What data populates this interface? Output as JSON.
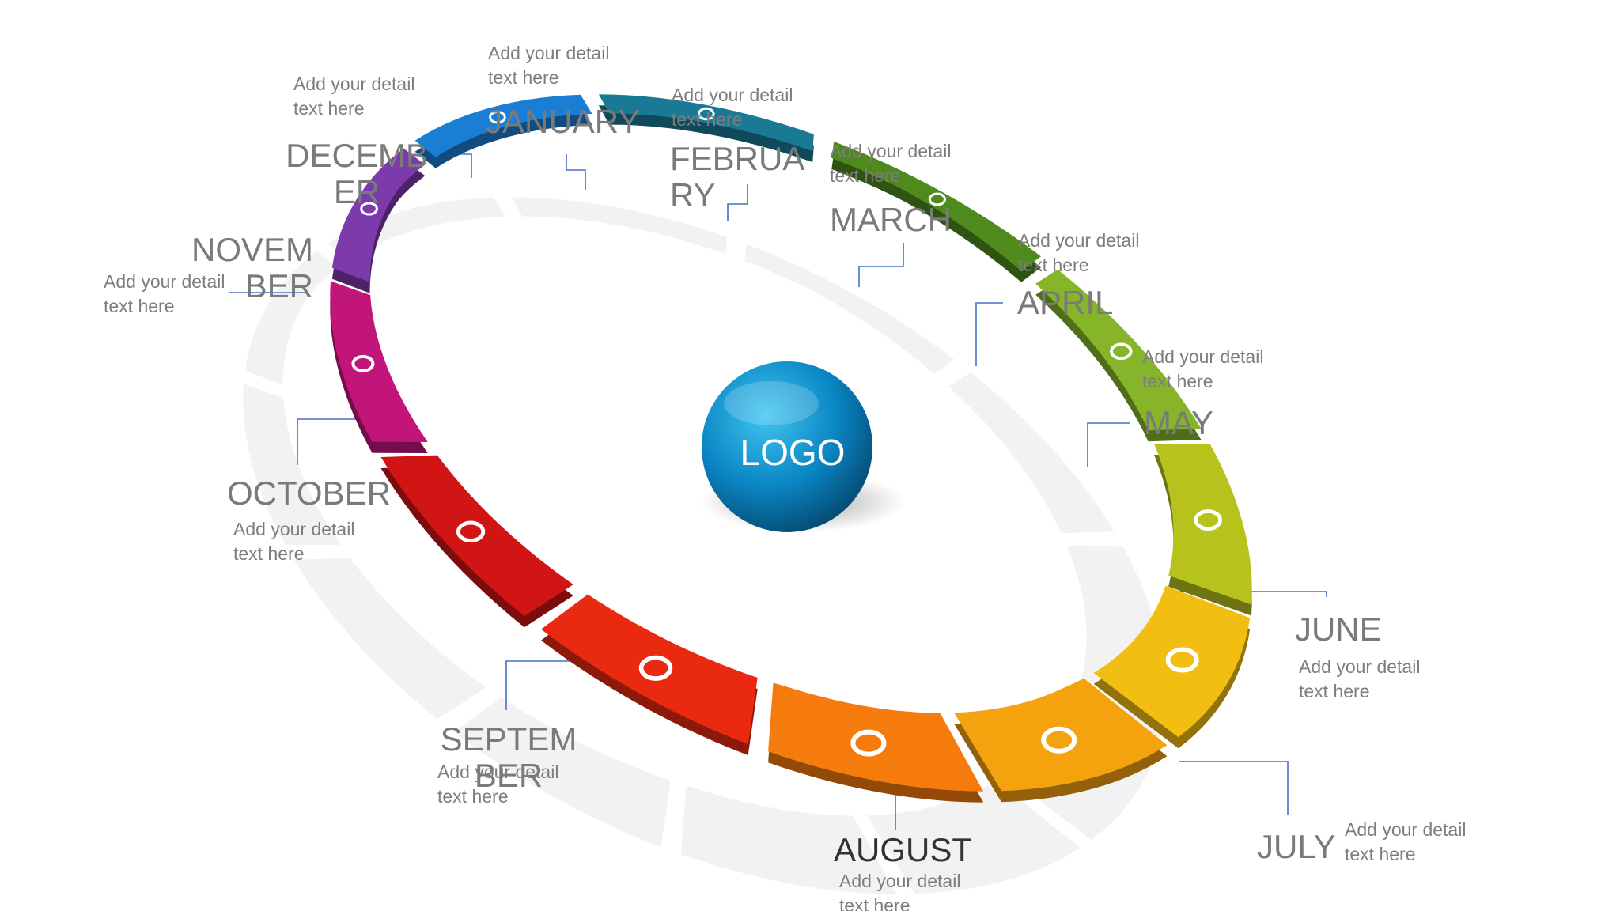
{
  "logo_text": "LOGO",
  "months": [
    {
      "name": "JANUARY",
      "detail_line1": "Add your detail",
      "detail_line2": "text here",
      "color": "#4f8a1c"
    },
    {
      "name": "FEBRUARY",
      "detail_line1": "Add your detail",
      "detail_line2": "text here",
      "color": "#86b52a"
    },
    {
      "name": "MARCH",
      "detail_line1": "Add your detail",
      "detail_line2": "text here",
      "color": "#b8c21d"
    },
    {
      "name": "APRIL",
      "detail_line1": "Add your detail",
      "detail_line2": "text here",
      "color": "#f2be12"
    },
    {
      "name": "MAY",
      "detail_line1": "Add your detail",
      "detail_line2": "text here",
      "color": "#f5a20f"
    },
    {
      "name": "JUNE",
      "detail_line1": "Add your detail",
      "detail_line2": "text here",
      "color": "#f57c0c"
    },
    {
      "name": "JULY",
      "detail_line1": "Add your detail",
      "detail_line2": "text here",
      "color": "#ea2a10"
    },
    {
      "name": "AUGUST",
      "detail_line1": "Add your detail",
      "detail_line2": "text here",
      "color": "#d11414"
    },
    {
      "name": "SEPTEMBER",
      "detail_line1": "Add your detail",
      "detail_line2": "text here",
      "color": "#c2157a"
    },
    {
      "name": "OCTOBER",
      "detail_line1": "Add your detail",
      "detail_line2": "text here",
      "color": "#7d3aaa"
    },
    {
      "name": "NOVEMBER",
      "detail_line1": "Add your detail",
      "detail_line2": "text here",
      "color": "#1a7fd4"
    },
    {
      "name": "DECEMBER",
      "detail_line1": "Add your detail",
      "detail_line2": "text here",
      "color": "#1a7a96"
    }
  ],
  "colors": {
    "connector": "#4472c4",
    "logo_fill": "#0a86c4",
    "logo_dark": "#04567f",
    "label_text": "#7a7a7a"
  }
}
